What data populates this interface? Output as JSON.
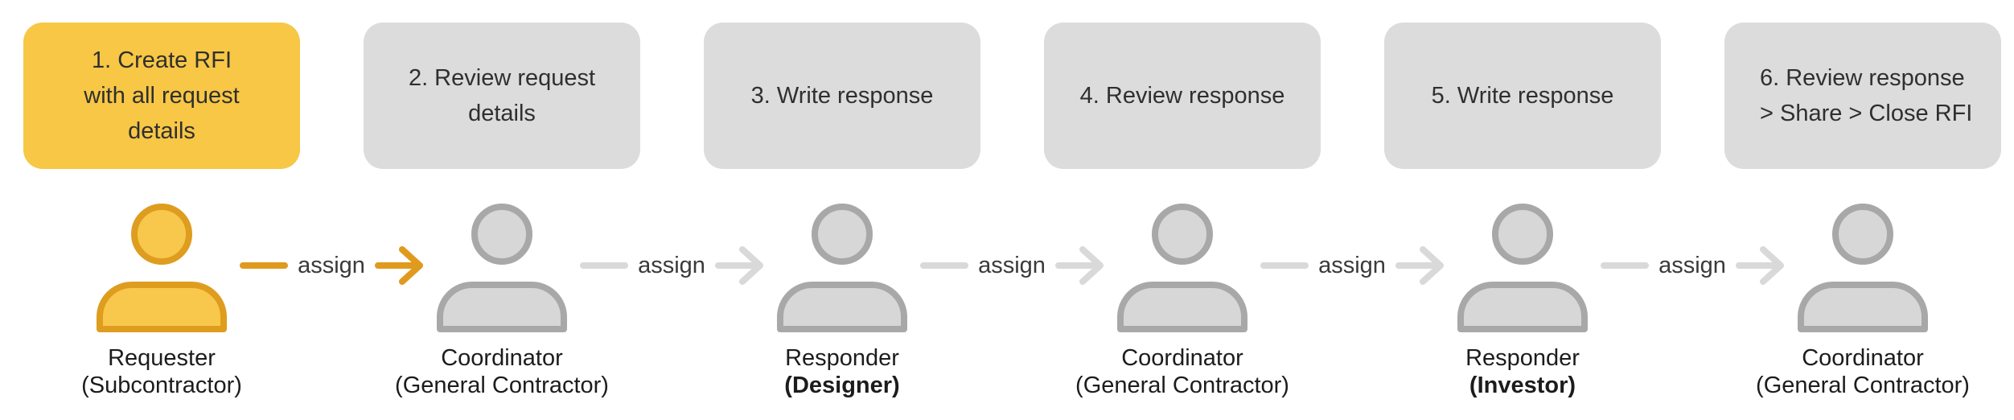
{
  "colors": {
    "box_highlight": "#F7C745",
    "box_gray": "#DCDCDC",
    "person_highlight_fill": "#F8C84C",
    "person_highlight_stroke": "#DE9D1F",
    "person_gray_fill": "#D7D7D7",
    "person_gray_stroke": "#A8A8A8",
    "arrow_highlight": "#E09A1E",
    "arrow_gray": "#D9D9D9",
    "step_text": "#2F2F2F",
    "label_text": "#1C1C1C",
    "assign_text": "#3A3A3A"
  },
  "stages": [
    {
      "lines": [
        "1. Create RFI",
        "with all request",
        "details"
      ],
      "role": "Requester",
      "org": "(Subcontractor)",
      "highlighted": true
    },
    {
      "lines": [
        "2. Review request",
        "details"
      ],
      "role": "Coordinator",
      "org": "(General Contractor)",
      "highlighted": false
    },
    {
      "lines": [
        "3. Write response"
      ],
      "role": "Responder",
      "org": "(Designer)",
      "highlighted": false
    },
    {
      "lines": [
        "4. Review response"
      ],
      "role": "Coordinator",
      "org": "(General Contractor)",
      "highlighted": false
    },
    {
      "lines": [
        "5. Write response"
      ],
      "role": "Responder",
      "org": "(Investor)",
      "highlighted": false
    },
    {
      "lines": [
        "6. Review response",
        "> Share > Close RFI"
      ],
      "role": "Coordinator",
      "org": "(General Contractor)",
      "highlighted": false
    }
  ],
  "arrows": [
    {
      "label": "assign",
      "highlighted": true
    },
    {
      "label": "assign",
      "highlighted": false
    },
    {
      "label": "assign",
      "highlighted": false
    },
    {
      "label": "assign",
      "highlighted": false
    },
    {
      "label": "assign",
      "highlighted": false
    }
  ]
}
